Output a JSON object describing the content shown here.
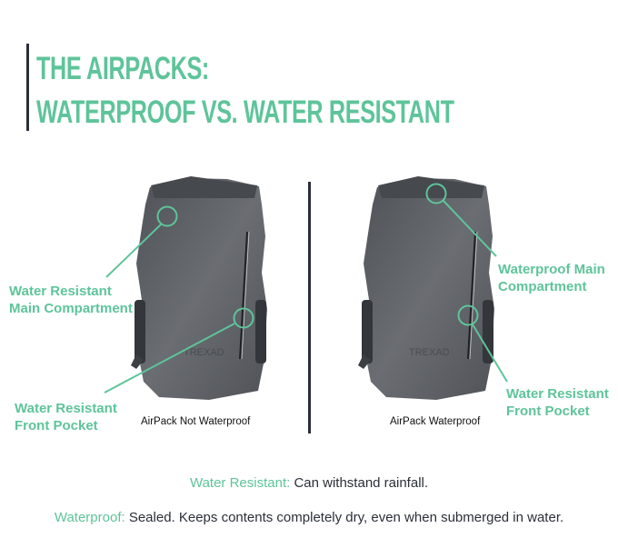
{
  "header": {
    "title_line1": "THE AIRPACKS:",
    "title_line2": "WATERPROOF VS. WATER RESISTANT"
  },
  "colors": {
    "accent": "#5ec49a",
    "dark": "#2b2f38",
    "pack_body": "#5b5e63"
  },
  "packs": [
    {
      "caption": "AirPack Not Waterproof",
      "brand": "TREXAD",
      "callouts": [
        {
          "label_line1": "Water Resistant",
          "label_line2": "Main Compartment"
        },
        {
          "label_line1": "Water Resistant",
          "label_line2": "Front Pocket"
        }
      ]
    },
    {
      "caption": "AirPack Waterproof",
      "brand": "TREXAD",
      "callouts": [
        {
          "label_line1": "Waterproof Main",
          "label_line2": "Compartment"
        },
        {
          "label_line1": "Water Resistant",
          "label_line2": "Front Pocket"
        }
      ]
    }
  ],
  "definitions": [
    {
      "term": "Water Resistant:",
      "text": " Can withstand rainfall."
    },
    {
      "term": "Waterproof:",
      "text": " Sealed. Keeps contents completely dry, even when submerged in water."
    }
  ]
}
